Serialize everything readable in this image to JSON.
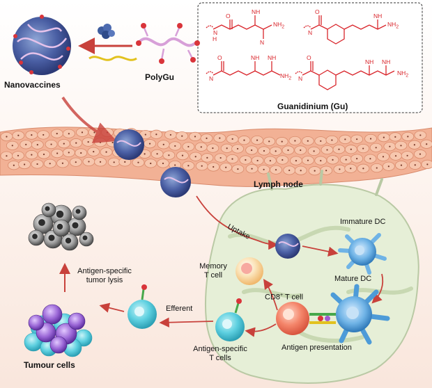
{
  "labels": {
    "nanovaccines": "Nanovaccines",
    "polygu": "PolyGu",
    "guanidinium": "Guanidinium (Gu)",
    "lymph_node": "Lymph node",
    "uptake": "Uptake",
    "immature_dc": "Immature DC",
    "mature_dc": "Mature DC",
    "memory_t_cell_line1": "Memory",
    "memory_t_cell_line2": "T cell",
    "cd8_prefix": "CD8",
    "cd8_sup": "+",
    "cd8_suffix": " T cell",
    "efferent": "Efferent",
    "antigen_presentation": "Antigen presentation",
    "antigen_specific_t_line1": "Antigen-specific",
    "antigen_specific_t_line2": "T cells",
    "tumor_lysis_line1": "Antigen-specific",
    "tumor_lysis_line2": "tumor lysis",
    "tumour_cells": "Tumour cells"
  },
  "chem_atoms": {
    "n": "N",
    "nh": "NH",
    "h": "H",
    "o": "O",
    "nh2": "NH",
    "sub2": "2"
  },
  "colors": {
    "chem_red": "#d9252b",
    "arrow_red": "#c8413b",
    "tissue": "#f2b195",
    "lymph_fill": "#e6efd7",
    "cell_blue": "#3a8fc6",
    "tcell_cyan": "#5ed0e0",
    "tumour_purple": "#8a55c8"
  }
}
